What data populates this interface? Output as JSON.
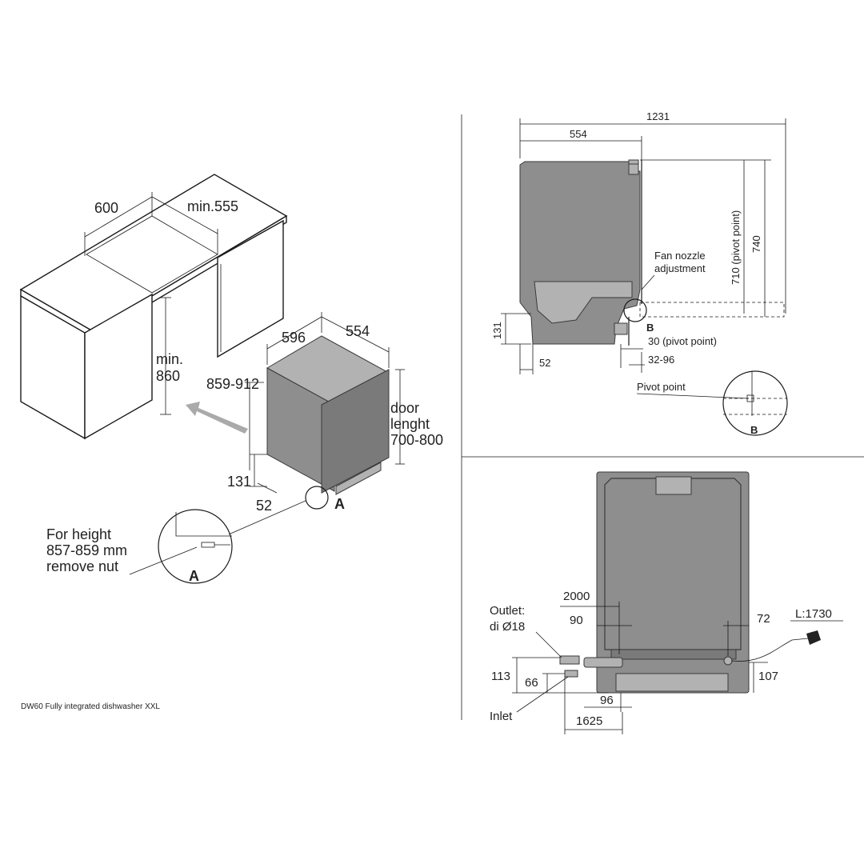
{
  "caption": "DW60 Fully integrated dishwasher XXL",
  "iso_view": {
    "dim_width": "600",
    "dim_depth_min": "min.555",
    "dim_height_min_line1": "min.",
    "dim_height_min_line2": "860",
    "dim_appliance_width": "596",
    "dim_appliance_depth": "554",
    "dim_height_range": "859-912",
    "door_line1": "door",
    "door_line2": "lenght",
    "door_line3": "700-800",
    "dim_plinth_height": "131",
    "dim_plinth_depth": "52",
    "marker_a": "A",
    "note_line1": "For height",
    "note_line2": "857-859 mm",
    "note_line3": "remove nut",
    "detail_a": "A"
  },
  "side_view": {
    "dim_total": "1231",
    "dim_depth": "554",
    "dim_pivot_710": "710 (pivot point)",
    "dim_740": "740",
    "fan_line1": "Fan nozzle",
    "fan_line2": "adjustment",
    "marker_b": "B",
    "dim_131": "131",
    "dim_52": "52",
    "dim_30": "30 (pivot point)",
    "dim_32_96": "32-96",
    "pivot_label": "Pivot point",
    "detail_b": "B"
  },
  "back_view": {
    "dim_2000": "2000",
    "outlet_line1": "Outlet:",
    "outlet_line2": "di Ø18",
    "dim_90": "90",
    "dim_72": "72",
    "dim_l1730": "L:1730",
    "dim_113": "113",
    "dim_66": "66",
    "dim_107": "107",
    "dim_96": "96",
    "inlet": "Inlet",
    "dim_1625": "1625"
  },
  "colors": {
    "appliance_body": "#8e8e8e",
    "line": "#1a1a1a"
  }
}
